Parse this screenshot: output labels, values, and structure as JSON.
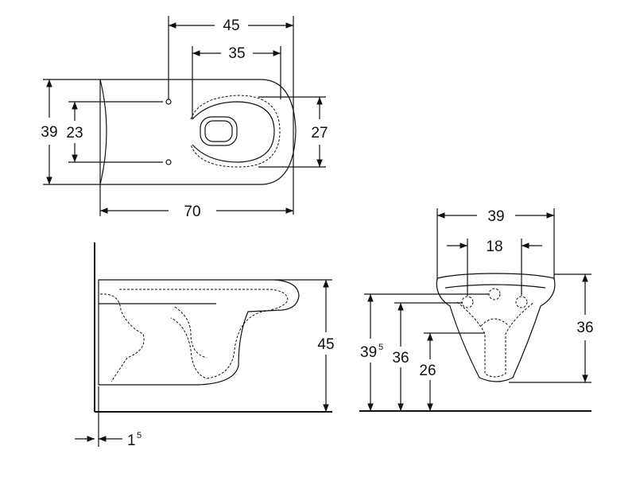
{
  "top_view": {
    "width_45": "45",
    "width_35": "35",
    "length_70": "70",
    "height_39": "39",
    "height_23": "23",
    "height_27": "27"
  },
  "side_view": {
    "height_45": "45",
    "gap_base": "1",
    "gap_sup": "5"
  },
  "front_view": {
    "width_39": "39",
    "width_18": "18",
    "height_36_right": "36",
    "height_39_base": "39",
    "height_39_sup": "5",
    "height_36_left": "36",
    "height_26": "26"
  }
}
